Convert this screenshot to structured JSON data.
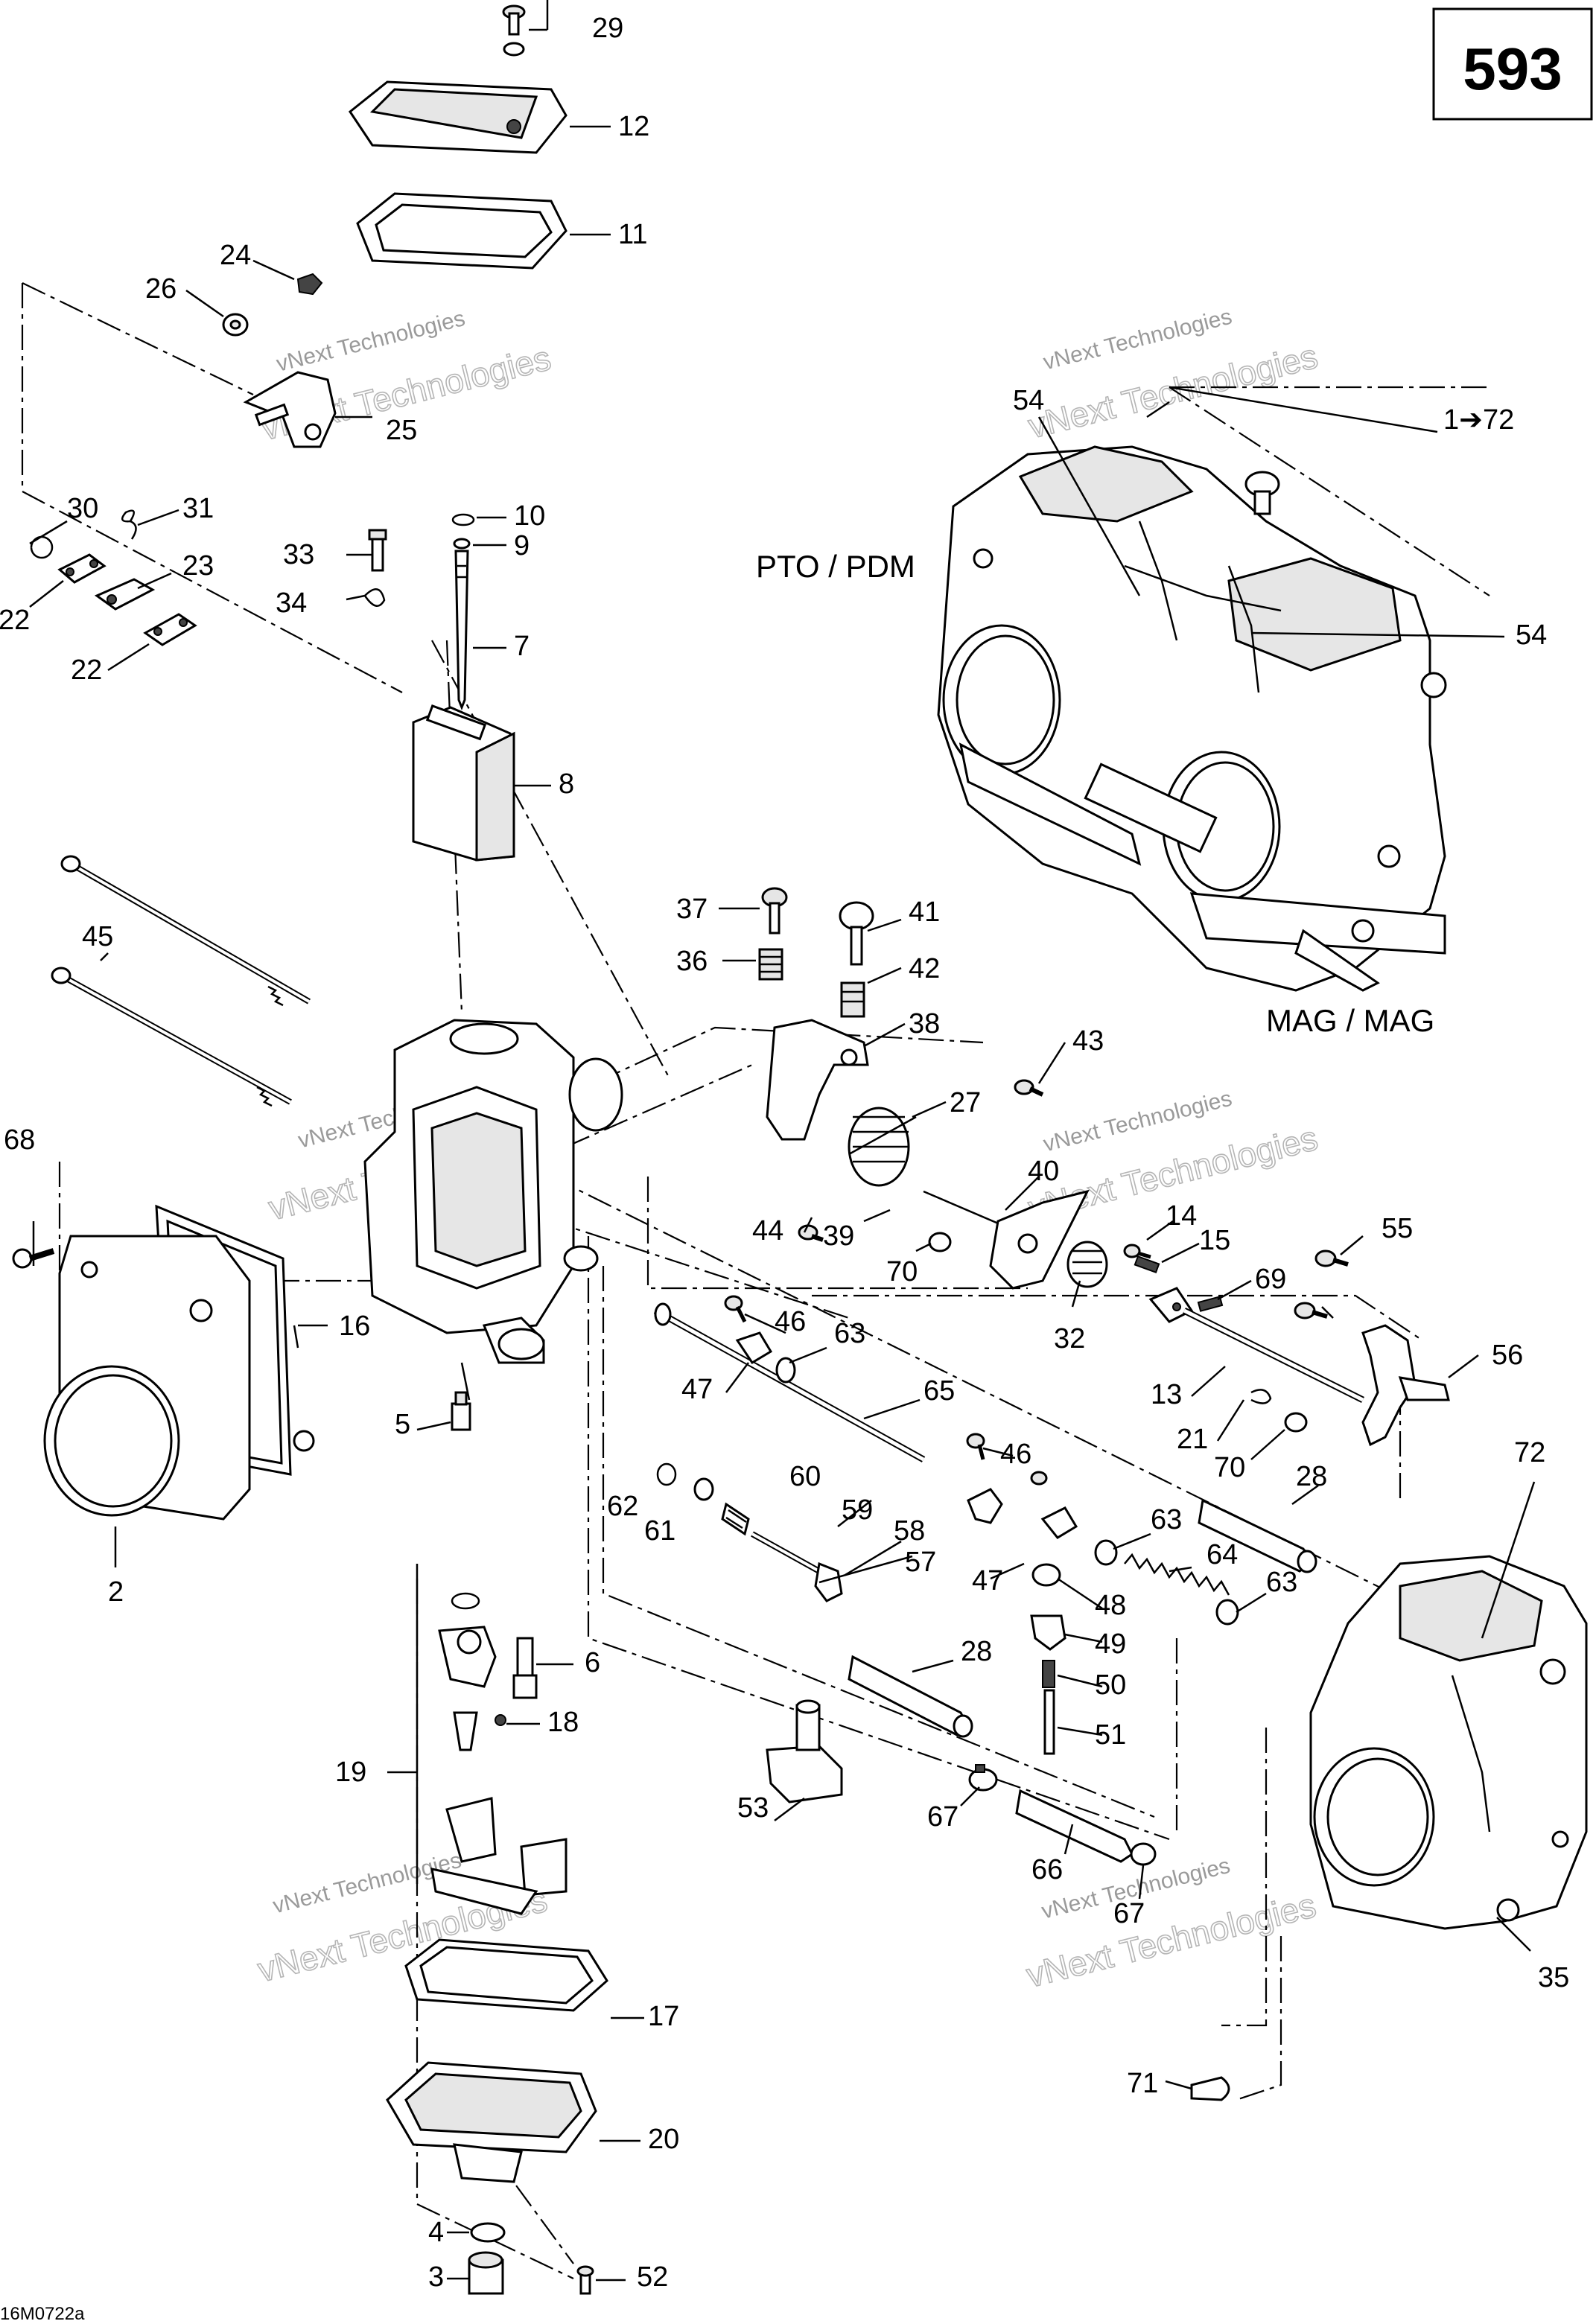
{
  "page_number": "593",
  "reference_code": "16M0722a",
  "watermark": "vNext Technologies",
  "assembly_labels": {
    "pto": "PTO / PDM",
    "mag": "MAG / MAG",
    "range": "1➔72"
  },
  "callouts": {
    "c1": "2",
    "c2": "3",
    "c3": "4",
    "c4": "5",
    "c5": "6",
    "c6": "7",
    "c7": "8",
    "c8": "9",
    "c9": "10",
    "c10": "11",
    "c11": "12",
    "c12": "13",
    "c13": "14",
    "c14": "15",
    "c15": "16",
    "c16": "17",
    "c17": "18",
    "c18": "19",
    "c19": "20",
    "c20": "21",
    "c21": "22",
    "c22": "22",
    "c23": "23",
    "c24": "24",
    "c25": "25",
    "c26": "26",
    "c27": "27",
    "c28": "28",
    "c29": "28",
    "c30": "29",
    "c31": "30",
    "c32": "31",
    "c33": "32",
    "c34": "33",
    "c35": "34",
    "c36": "35",
    "c37": "36",
    "c38": "37",
    "c39": "38",
    "c40": "39",
    "c41": "40",
    "c42": "41",
    "c43": "42",
    "c44": "43",
    "c45": "44",
    "c46": "45",
    "c47": "46",
    "c48": "46",
    "c49": "47",
    "c50": "47",
    "c51": "48",
    "c52": "49",
    "c53": "50",
    "c54": "51",
    "c55": "52",
    "c56": "53",
    "c57": "54",
    "c58": "54",
    "c59": "55",
    "c60": "56",
    "c61": "57",
    "c62": "58",
    "c63": "59",
    "c64": "60",
    "c65": "61",
    "c66": "62",
    "c67": "63",
    "c68": "63",
    "c69": "63",
    "c70": "64",
    "c71": "65",
    "c72": "66",
    "c73": "67",
    "c74": "67",
    "c75": "68",
    "c76": "69",
    "c77": "70",
    "c78": "70",
    "c79": "71",
    "c80": "72"
  }
}
